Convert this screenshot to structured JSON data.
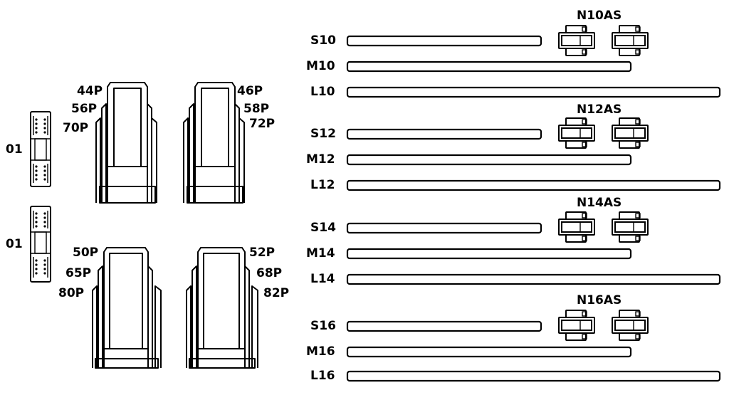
{
  "left": {
    "clips": [
      {
        "label": "01"
      },
      {
        "label": "01"
      }
    ],
    "holders_top_left": [
      "44P",
      "56P",
      "70P"
    ],
    "holders_top_right": [
      "46P",
      "58P",
      "72P"
    ],
    "holders_bottom_left": [
      "50P",
      "65P",
      "80P"
    ],
    "holders_bottom_right": [
      "52P",
      "68P",
      "82P"
    ]
  },
  "groups": [
    {
      "connector": "N10AS",
      "rods": [
        "S10",
        "M10",
        "L10"
      ]
    },
    {
      "connector": "N12AS",
      "rods": [
        "S12",
        "M12",
        "L12"
      ]
    },
    {
      "connector": "N14AS",
      "rods": [
        "S14",
        "M14",
        "L14"
      ]
    },
    {
      "connector": "N16AS",
      "rods": [
        "S16",
        "M16",
        "L16"
      ]
    }
  ]
}
